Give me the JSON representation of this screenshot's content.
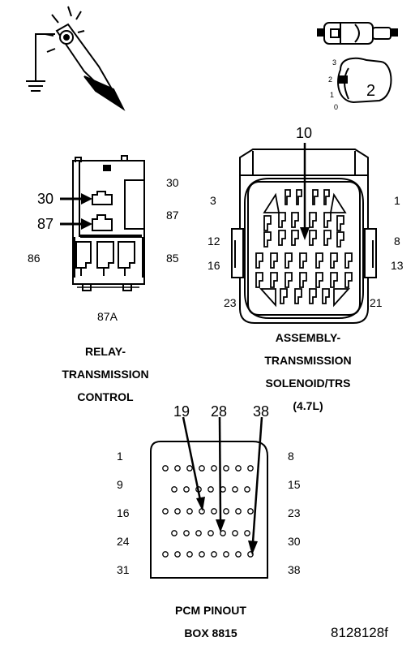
{
  "icons": {
    "test_probe": "test-light-probe-icon",
    "ignition": "ignition-switch-icon",
    "ignition_positions": [
      "3",
      "2",
      "1",
      "0"
    ],
    "ignition_selected": "2"
  },
  "relay": {
    "pin_labels": {
      "p30_arrow": "30",
      "p87_arrow": "87",
      "p30_right": "30",
      "p87_right": "87",
      "p85": "85",
      "p86": "86",
      "p87a": "87A"
    },
    "caption": [
      "RELAY-",
      "TRANSMISSION",
      "CONTROL"
    ]
  },
  "solenoid": {
    "callout": "10",
    "pin_labels": {
      "p1": "1",
      "p3": "3",
      "p8": "8",
      "p12": "12",
      "p13": "13",
      "p16": "16",
      "p21": "21",
      "p23": "23"
    },
    "caption": [
      "ASSEMBLY-",
      "TRANSMISSION",
      "SOLENOID/TRS",
      "(4.7L)"
    ]
  },
  "pcm": {
    "callouts": [
      "19",
      "28",
      "38"
    ],
    "left_labels": [
      "1",
      "9",
      "16",
      "24",
      "31"
    ],
    "right_labels": [
      "8",
      "15",
      "23",
      "30",
      "38"
    ],
    "caption": [
      "PCM PINOUT",
      "BOX 8815"
    ]
  },
  "figure_id": "8128128f"
}
